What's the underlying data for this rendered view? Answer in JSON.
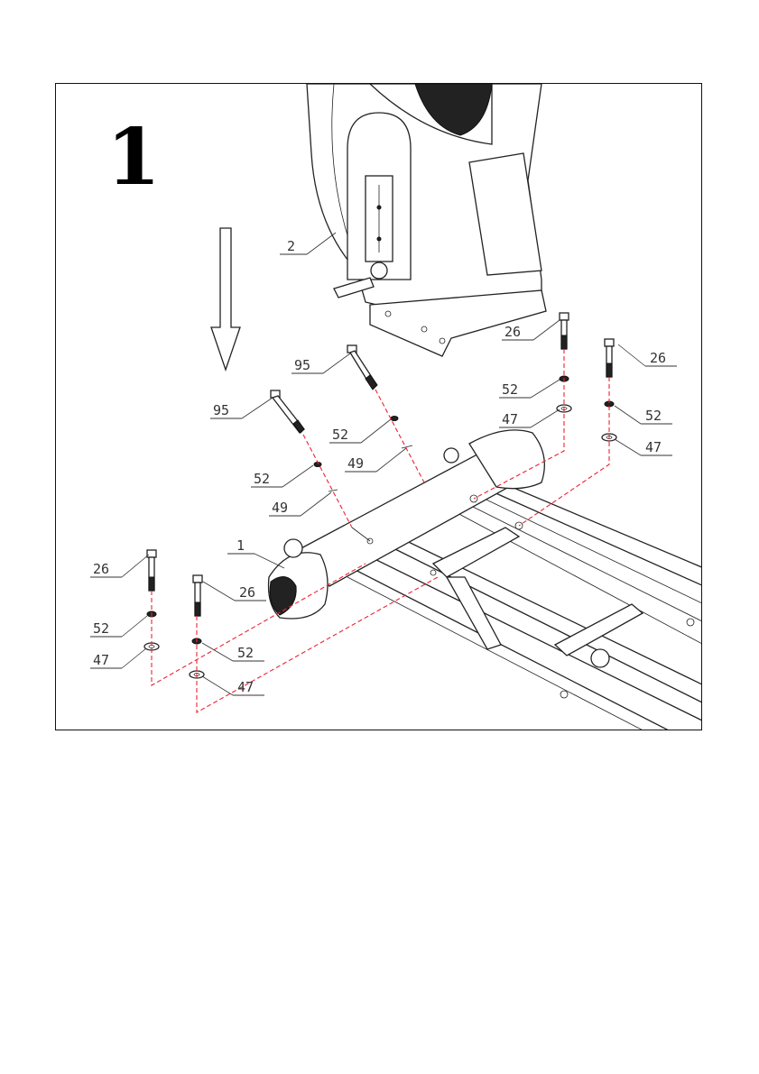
{
  "step": {
    "number": "1"
  },
  "callouts": [
    {
      "id": "c1",
      "text": "1"
    },
    {
      "id": "c2",
      "text": "2"
    },
    {
      "id": "c95a",
      "text": "95"
    },
    {
      "id": "c95b",
      "text": "95"
    },
    {
      "id": "c52a",
      "text": "52"
    },
    {
      "id": "c52b",
      "text": "52"
    },
    {
      "id": "c49a",
      "text": "49"
    },
    {
      "id": "c49b",
      "text": "49"
    },
    {
      "id": "c26a",
      "text": "26"
    },
    {
      "id": "c26b",
      "text": "26"
    },
    {
      "id": "c26c",
      "text": "26"
    },
    {
      "id": "c26d",
      "text": "26"
    },
    {
      "id": "c52c",
      "text": "52"
    },
    {
      "id": "c52d",
      "text": "52"
    },
    {
      "id": "c52e",
      "text": "52"
    },
    {
      "id": "c52f",
      "text": "52"
    },
    {
      "id": "c47a",
      "text": "47"
    },
    {
      "id": "c47b",
      "text": "47"
    },
    {
      "id": "c47c",
      "text": "47"
    },
    {
      "id": "c47d",
      "text": "47"
    }
  ],
  "colors": {
    "line": "#222222",
    "alignment_dash": "#e22233",
    "frame": "#111111"
  },
  "icons": {
    "direction": "down-arrow-icon"
  }
}
